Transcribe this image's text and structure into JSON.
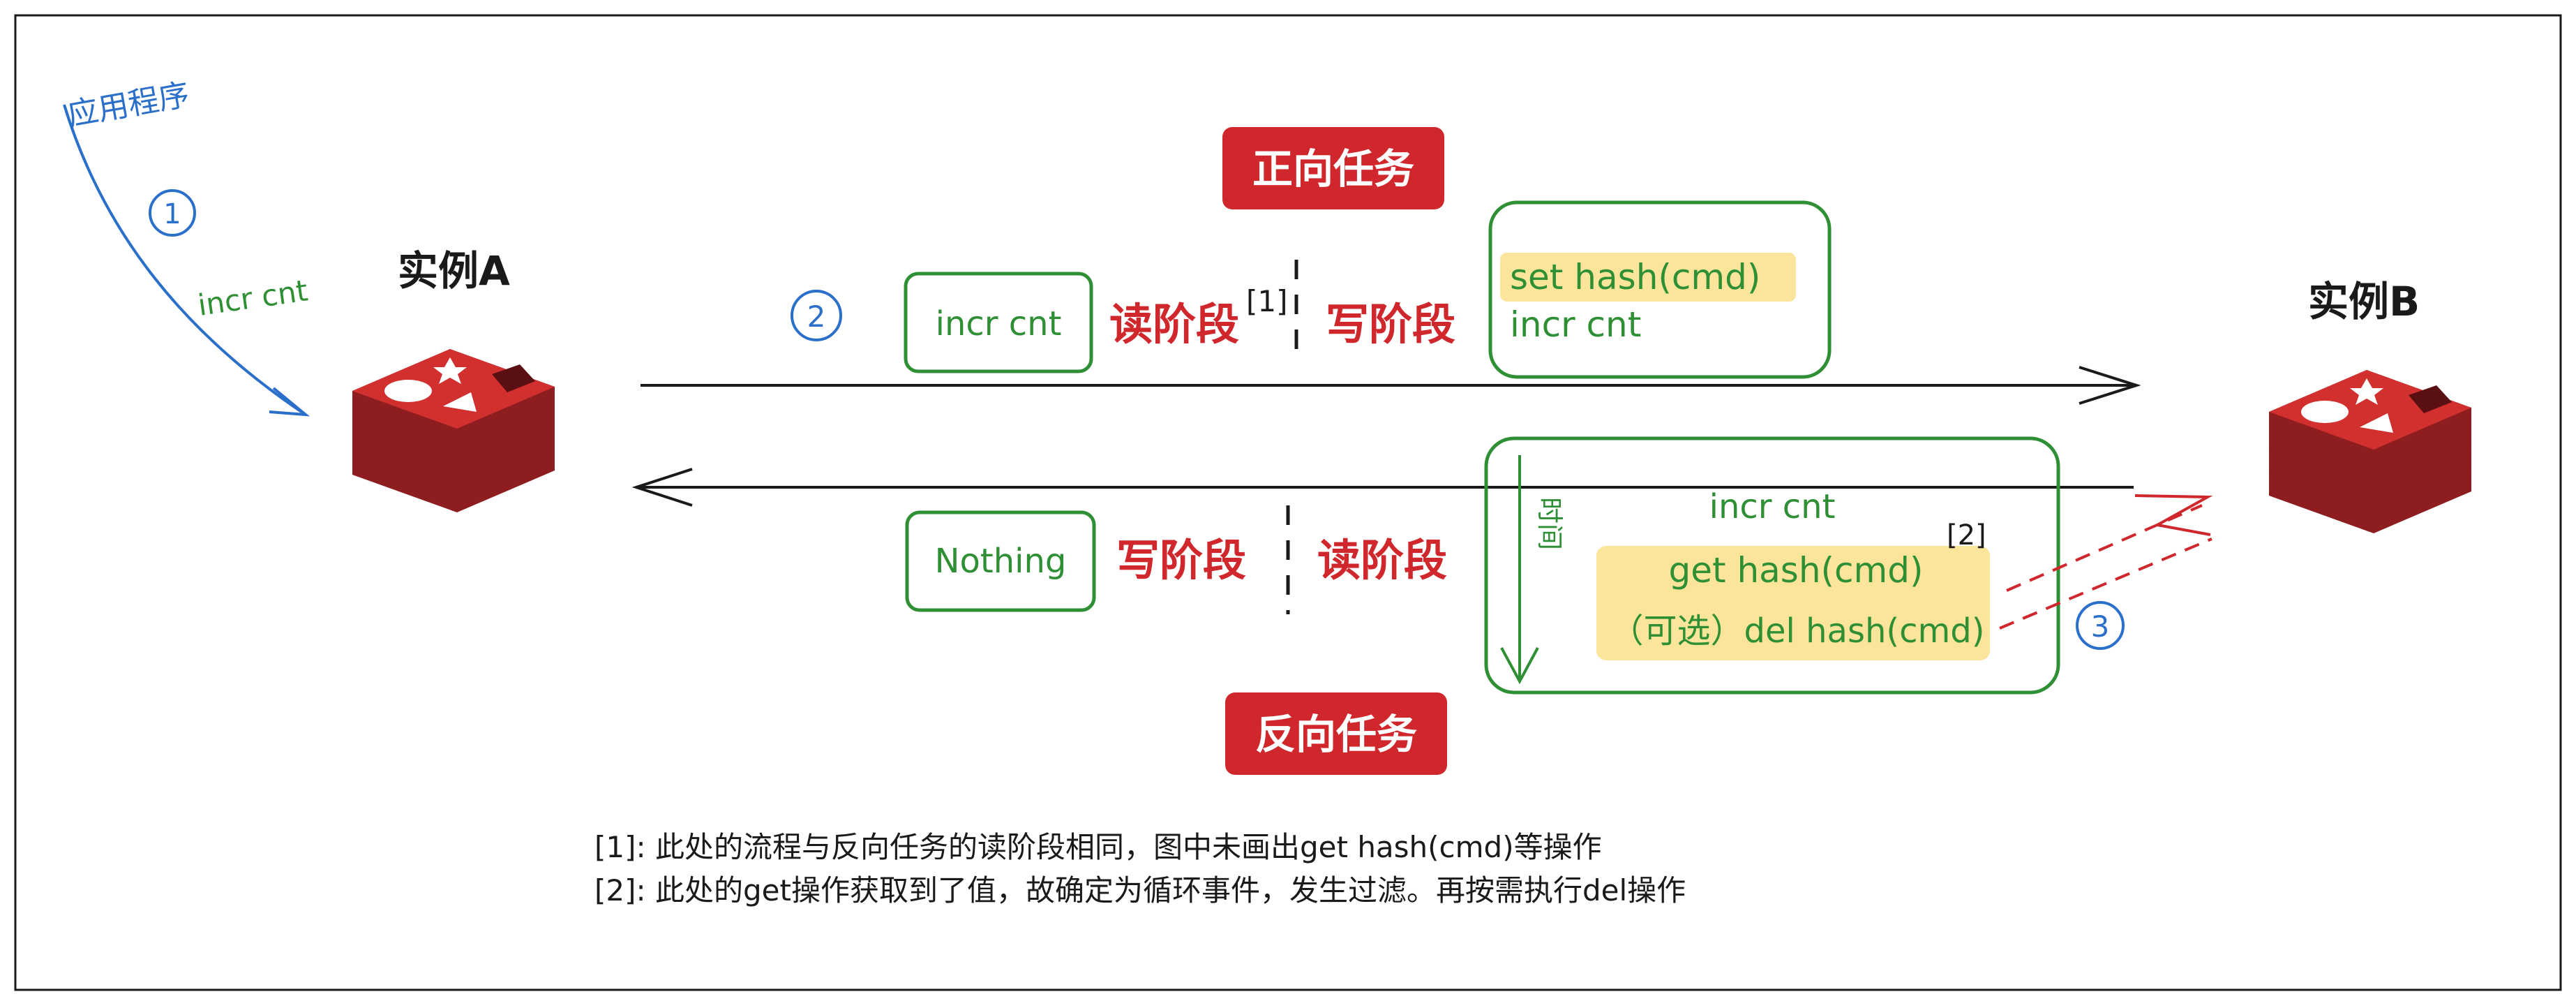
{
  "app_label": "应用程序",
  "steps": {
    "one": "1",
    "two": "2",
    "three": "3"
  },
  "instance_a": "实例A",
  "instance_b": "实例B",
  "app_command": "incr cnt",
  "forward": {
    "title": "正向任务",
    "box_cmd": "incr cnt",
    "read_phase": "读阶段",
    "footnote_ref": "[1]",
    "write_phase": "写阶段",
    "write_box_lines": [
      "set hash(cmd)",
      "incr cnt"
    ]
  },
  "reverse": {
    "title": "反向任务",
    "box_cmd": "Nothing",
    "write_phase": "写阶段",
    "read_phase": "读阶段",
    "time_label": "时间",
    "top_cmd": "incr cnt",
    "get_cmd": "get hash(cmd)",
    "footnote_ref": "[2]",
    "del_cmd": "（可选）del hash(cmd)"
  },
  "notes": [
    "[1]:  此处的流程与反向任务的读阶段相同，图中未画出get hash(cmd)等操作",
    "[2]: 此处的get操作获取到了值，故确定为循环事件，发生过滤。再按需执行del操作"
  ],
  "colors": {
    "blue": "#2a6fc9",
    "green": "#2f8f35",
    "red_label": "#d0272d",
    "redis_red": "#b8262a",
    "highlight": "#fbe59a",
    "border": "#1a1a1a"
  },
  "icons": {
    "redis_a": "redis-logo-icon",
    "redis_b": "redis-logo-icon"
  }
}
